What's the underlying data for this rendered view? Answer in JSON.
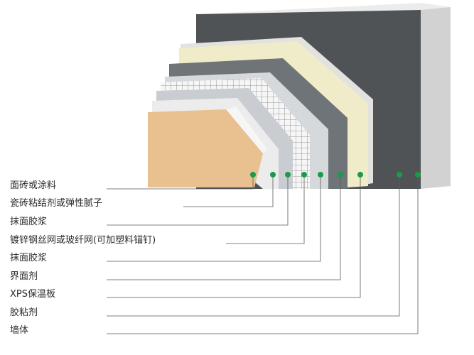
{
  "layers": [
    {
      "label": "面砖或涂料",
      "color": "#e9c08f"
    },
    {
      "label": "瓷砖粘结剂或弹性腻子",
      "color": "#ececec"
    },
    {
      "label": "抹面胶浆",
      "color": "#c9ccd0"
    },
    {
      "label": "镀锌钢丝网或玻纤网(可加塑料锚钉)",
      "color": "#f4f4f4"
    },
    {
      "label": "抹面胶浆",
      "color": "#d6d9dc"
    },
    {
      "label": "界面剂",
      "color": "#6f7478"
    },
    {
      "label": "XPS保温板",
      "color": "#f0ecc9"
    },
    {
      "label": "胶粘剂",
      "color": "#e2e2df"
    },
    {
      "label": "墙体",
      "color": "#4f5356"
    }
  ],
  "colors": {
    "wall_face": "#4f5356",
    "wall_side": "#d2d2d2",
    "wall_top": "#ececec",
    "marker": "#1a9a4a",
    "leader": "#5a5a5a"
  }
}
